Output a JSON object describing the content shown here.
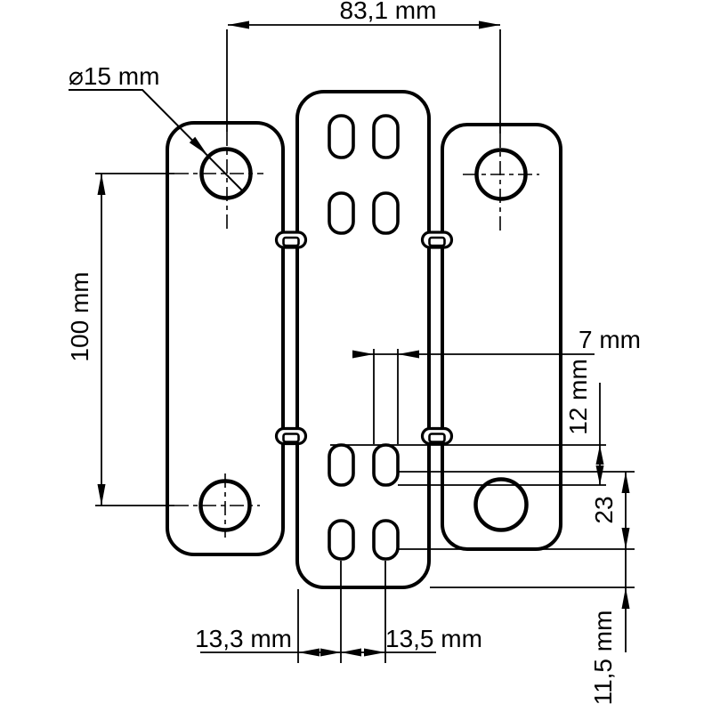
{
  "drawing": {
    "type": "technical-dimension-drawing",
    "background": "#ffffff",
    "line_color": "#000000",
    "labels": {
      "top_width": "83,1 mm",
      "hole_diameter": "⌀15 mm",
      "left_height": "100 mm",
      "slot_width": "7 mm",
      "slot_height": "12 mm",
      "right_offset": "23",
      "bottom_right_offset": "11,5 mm",
      "bottom_gap_left": "13,3 mm",
      "bottom_gap_right": "13,5 mm"
    }
  }
}
